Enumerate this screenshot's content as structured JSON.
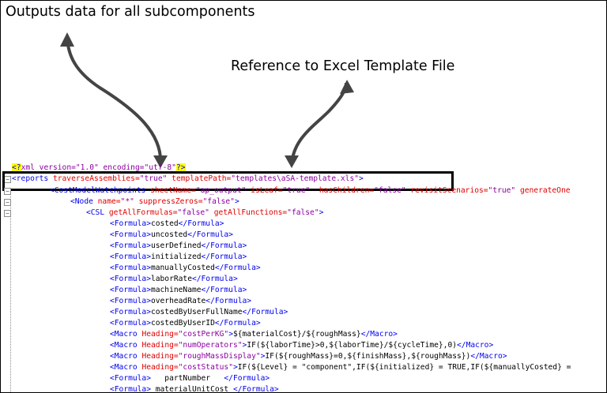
{
  "annotations": {
    "top_left": "Outputs data for all subcomponents",
    "top_right": "Reference to Excel Template File"
  },
  "xml_decl": {
    "open": "<?",
    "body": "xml version=\"1.0\" encoding=\"utf-8\"",
    "close": "?>"
  },
  "reports": {
    "open": "<reports ",
    "a1": "traverseAssemblies=",
    "v1": "\"true\"",
    "a2": " templatePath=",
    "v2": "\"templates\\aSA-template.xls\"",
    "close": ">"
  },
  "watchpoints": {
    "open": "<CostModelWatchpoints ",
    "a1": "sheetName=",
    "v1": "\"ap_output\"",
    "a2": " isLeaf=",
    "v2": "\"true\"",
    "a3": "  hasChildren=",
    "v3": "\"false\"",
    "a4": " revisitScenarios=",
    "v4": "\"true\"",
    "a5": " generateOne"
  },
  "node": {
    "open": "<Node ",
    "a1": "name=",
    "v1": "\"*\"",
    "a2": " suppressZeros=",
    "v2": "\"false\"",
    "close": ">"
  },
  "csl": {
    "open": "<CSL ",
    "a1": "getAllFormulas=",
    "v1": "\"false\"",
    "a2": " getAllFunctions=",
    "v2": "\"false\"",
    "close": ">"
  },
  "formulas": [
    "costed",
    "uncosted",
    "userDefined",
    "initialized",
    "manuallyCosted",
    "laborRate",
    "machineName",
    "overheadRate",
    "costedByUserFullName",
    "costedByUserID"
  ],
  "formula_tags": {
    "open": "<Formula>",
    "close": "</Formula>"
  },
  "macros": [
    {
      "heading": "\"costPerKG\"",
      "body": "${materialCost}/${roughMass}"
    },
    {
      "heading": "\"numOperators\"",
      "body": "IF(${laborTime}>0,${laborTime}/${cycleTime},0)"
    },
    {
      "heading": "\"roughMassDisplay\"",
      "body": "IF(${roughMass}=0,${finishMass},${roughMass})"
    },
    {
      "heading": "\"costStatus\"",
      "body": "IF(${Level} = \"component\",IF(${initialized} = TRUE,IF(${manuallyCosted} =",
      "noclose": true
    }
  ],
  "macro_tags": {
    "open": "<Macro ",
    "attr": "Heading=",
    "close": "</Macro>"
  },
  "tail_formulas": [
    {
      "text": "   partNumber   "
    },
    {
      "text": " materialUnitCost "
    }
  ]
}
